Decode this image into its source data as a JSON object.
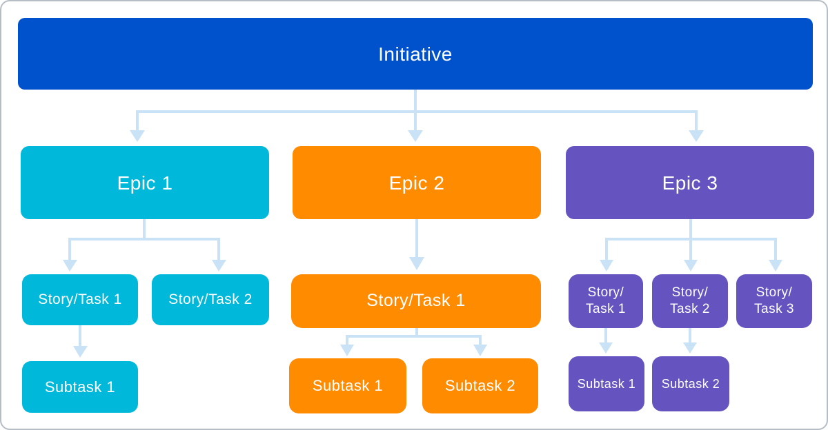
{
  "colors": {
    "initiative": "#0052CC",
    "epic1_branch": "#00B8D9",
    "epic2_branch": "#FF8B00",
    "epic3_branch": "#6554C0",
    "connector": "#C9E2F6",
    "node_text": "#FFFFFF",
    "frame_border": "#B7BDC5",
    "background": "#FFFFFF"
  },
  "diagram": {
    "root_label": "Initiative",
    "epic1": {
      "label": "Epic 1",
      "story1": "Story/Task 1",
      "story2": "Story/Task 2",
      "subtask1": "Subtask 1"
    },
    "epic2": {
      "label": "Epic 2",
      "story1": "Story/Task 1",
      "subtask1": "Subtask 1",
      "subtask2": "Subtask 2"
    },
    "epic3": {
      "label": "Epic 3",
      "story1_lines": [
        "Story/",
        "Task 1"
      ],
      "story2_lines": [
        "Story/",
        "Task 2"
      ],
      "story3_lines": [
        "Story/",
        "Task 3"
      ],
      "subtask1": "Subtask 1",
      "subtask2": "Subtask 2"
    }
  }
}
